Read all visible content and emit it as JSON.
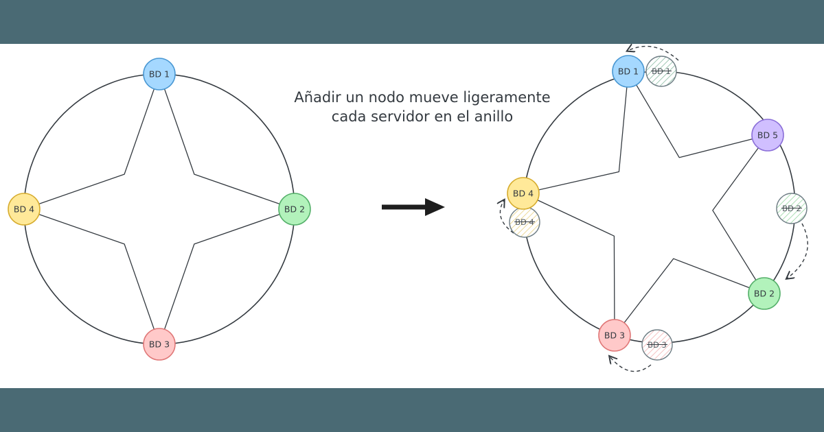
{
  "title": {
    "line1": "Añadir un nodo mueve ligeramente",
    "line2": "cada servidor en el anillo"
  },
  "colors": {
    "band": "#4a6a74",
    "background": "#ffffff",
    "stroke": "#343a40",
    "arrow": "#1e1e1e"
  },
  "left_ring": {
    "nodes": [
      {
        "label": "BD 1",
        "fill": "#a5d8ff",
        "stroke": "#4a98d3"
      },
      {
        "label": "BD 2",
        "fill": "#b2f2bb",
        "stroke": "#55b06a"
      },
      {
        "label": "BD 3",
        "fill": "#ffc9c9",
        "stroke": "#e07878"
      },
      {
        "label": "BD 4",
        "fill": "#ffe999",
        "stroke": "#d7ad2f"
      }
    ]
  },
  "right_ring": {
    "nodes": [
      {
        "label": "BD 1",
        "fill": "#a5d8ff",
        "stroke": "#4a98d3"
      },
      {
        "label": "BD 5",
        "fill": "#d0bfff",
        "stroke": "#8b6fd8"
      },
      {
        "label": "BD 2",
        "fill": "#b2f2bb",
        "stroke": "#55b06a"
      },
      {
        "label": "BD 3",
        "fill": "#ffc9c9",
        "stroke": "#e07878"
      },
      {
        "label": "BD 4",
        "fill": "#ffe999",
        "stroke": "#d7ad2f"
      }
    ],
    "ghosts": [
      {
        "label": "BD 1",
        "hatch": "#85b9a0",
        "stroke": "#6e7d84"
      },
      {
        "label": "BD 2",
        "hatch": "#8fd39b",
        "stroke": "#6e7d84"
      },
      {
        "label": "BD 3",
        "hatch": "#f2aeae",
        "stroke": "#6e7d84"
      },
      {
        "label": "BD 4",
        "hatch": "#e8cf7e",
        "stroke": "#6e7d84"
      }
    ]
  }
}
